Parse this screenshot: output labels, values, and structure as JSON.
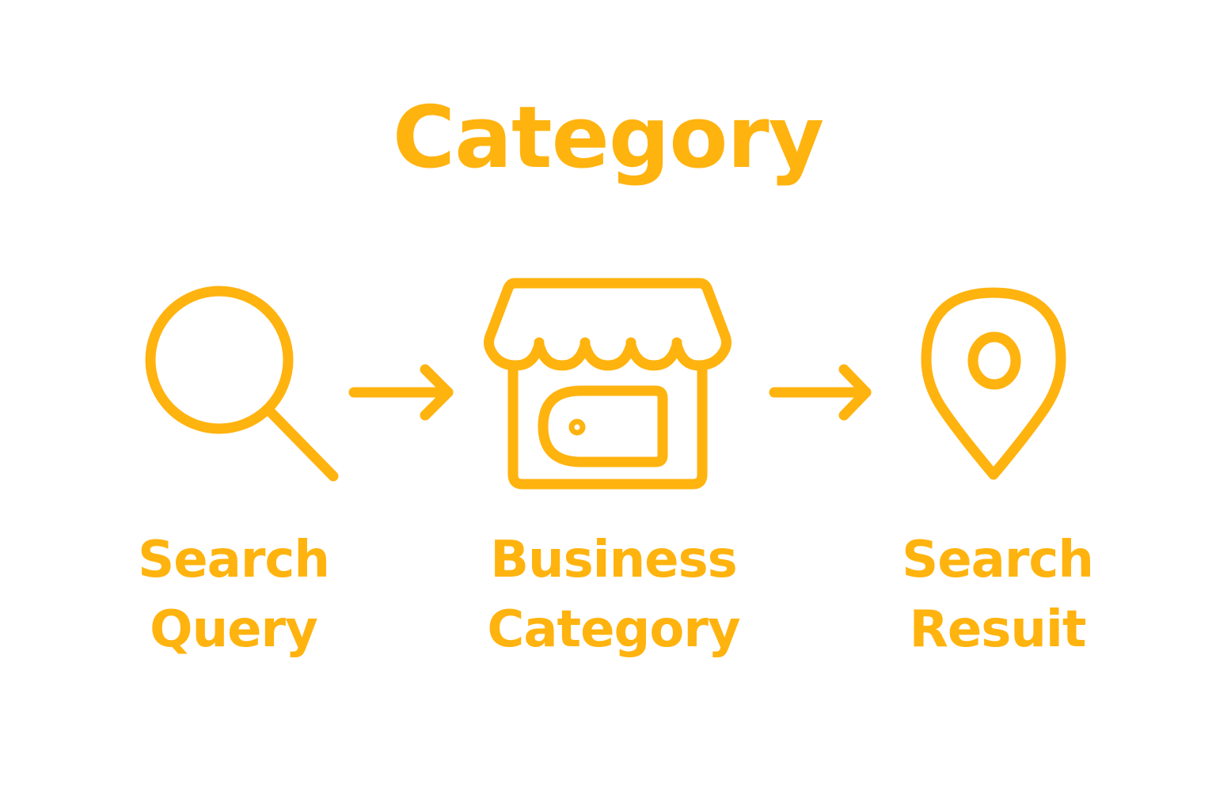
{
  "colors": {
    "accent": "#FFB30F",
    "background": "#FFFFFF"
  },
  "title": "Category",
  "steps": [
    {
      "icon": "search-icon",
      "line1": "Search",
      "line2": "Query"
    },
    {
      "icon": "storefront-icon",
      "line1": "Business",
      "line2": "Category"
    },
    {
      "icon": "map-pin-icon",
      "line1": "Search",
      "line2": "Resuit"
    }
  ],
  "connectors": [
    {
      "icon": "arrow-right-icon",
      "from": "Search Query",
      "to": "Business Category"
    },
    {
      "icon": "arrow-right-icon",
      "from": "Business Category",
      "to": "Search Resuit"
    }
  ]
}
